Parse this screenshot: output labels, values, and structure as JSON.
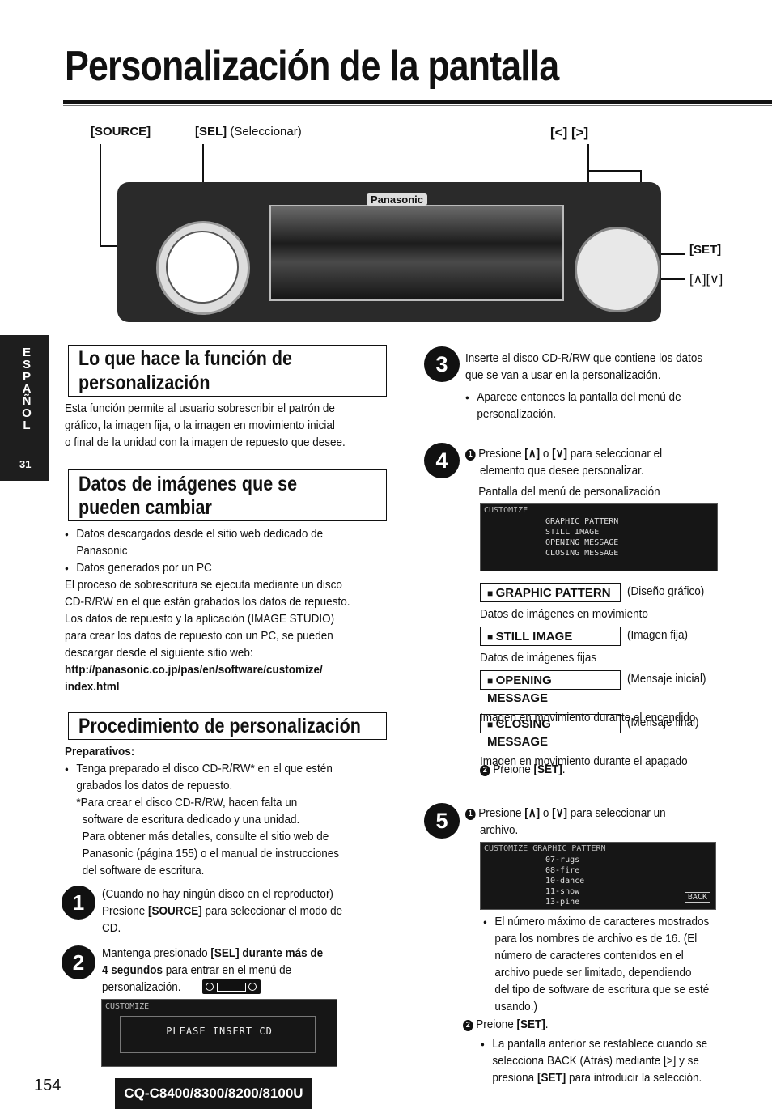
{
  "page": {
    "title": "Personalización de la pantalla",
    "page_number": "154",
    "model": "CQ-C8400/8300/8200/8100U",
    "side_tab": {
      "language": "ESPAÑOL",
      "letters": [
        "E",
        "S",
        "P",
        "A",
        "Ñ",
        "O",
        "L"
      ],
      "page": "31"
    }
  },
  "device": {
    "labels": {
      "source": "[SOURCE]",
      "sel": "[SEL]",
      "sel_desc": "(Seleccionar)",
      "left_right": "[<] [>]",
      "set": "[SET]",
      "up_down": "[∧][∨]"
    },
    "brand": "Panasonic"
  },
  "sec1": {
    "heading_l1": "Lo que hace la función de",
    "heading_l2": "personalización",
    "body": [
      "Esta función permite al usuario sobrescribir el patrón de",
      "gráfico, la imagen fija, o la imagen en movimiento inicial",
      "o final de la unidad con la imagen de repuesto que desee."
    ]
  },
  "sec2": {
    "heading_l1": "Datos de imágenes que se",
    "heading_l2": "pueden cambiar",
    "bullet1": [
      "Datos descargados desde el sitio web dedicado de",
      "Panasonic"
    ],
    "bullet2": "Datos generados por un PC",
    "body": [
      "El proceso de sobrescritura se ejecuta mediante un disco",
      "CD-R/RW en el que están grabados los datos de repuesto.",
      "Los datos de repuesto y la aplicación (IMAGE STUDIO)",
      "para crear los datos de repuesto con un PC, se pueden",
      "descargar desde el siguiente sitio web:"
    ],
    "url": [
      "http://panasonic.co.jp/pas/en/software/customize/",
      "index.html"
    ]
  },
  "sec3": {
    "heading": "Procedimiento de personalización",
    "prep_label": "Preparativos:",
    "prep_bullet": [
      "Tenga preparado el disco CD-R/RW* en el que estén",
      "grabados los datos de repuesto."
    ],
    "note": [
      "*Para crear el disco CD-R/RW, hacen falta un",
      "software de escritura dedicado y una unidad.",
      "Para obtener más detalles, consulte el sitio web de",
      "Panasonic (página 155) o el manual de instrucciones",
      "del software de escritura."
    ]
  },
  "steps": {
    "s1": {
      "n": "1",
      "l1": "(Cuando no hay ningún disco en el reproductor)",
      "l2a": "Presione ",
      "l2b": "[SOURCE]",
      "l2c": " para seleccionar el modo de",
      "l3": "CD."
    },
    "s2": {
      "n": "2",
      "l1a": "Mantenga presionado ",
      "l1b": "[SEL] durante más de",
      "l2b": "4 segundos",
      "l2c": " para entrar en el menú de",
      "l3": "personalización.",
      "lcd_header": "CUSTOMIZE",
      "lcd_msg": "PLEASE INSERT CD"
    },
    "s3": {
      "n": "3",
      "l1": "Inserte el disco CD-R/RW que contiene los datos",
      "l2": "que se van a usar en la personalización.",
      "bullet": [
        "Aparece entonces la pantalla del menú de",
        "personalización."
      ]
    },
    "s4": {
      "n": "4",
      "sub1_a": "Presione ",
      "sub1_b": "[∧]",
      "sub1_c": " o ",
      "sub1_d": "[∨]",
      "sub1_e": " para seleccionar el",
      "sub1_l2": "elemento que desee personalizar.",
      "caption": "Pantalla del menú de personalización",
      "lcd_header": "CUSTOMIZE",
      "lcd_rows": [
        "GRAPHIC PATTERN",
        "STILL IMAGE",
        "OPENING MESSAGE",
        "CLOSING MESSAGE"
      ],
      "items": [
        {
          "tag": "GRAPHIC PATTERN",
          "trans": "(Diseño gráfico)",
          "desc": "Datos de imágenes en movimiento"
        },
        {
          "tag": "STILL IMAGE",
          "trans": "(Imagen fija)",
          "desc": "Datos de imágenes fijas"
        },
        {
          "tag": "OPENING MESSAGE",
          "trans": "(Mensaje inicial)",
          "desc": "Imagen en movimiento durante el encendido"
        },
        {
          "tag": "CLOSING MESSAGE",
          "trans": "(Mensaje final)",
          "desc": "Imagen en movimiento durante el apagado"
        }
      ],
      "sub2_a": "Preione ",
      "sub2_b": "[SET]",
      "sub2_c": "."
    },
    "s5": {
      "n": "5",
      "sub1_a": "Presione ",
      "sub1_b": "[∧]",
      "sub1_c": " o ",
      "sub1_d": "[∨]",
      "sub1_e": " para seleccionar un",
      "sub1_l2": "archivo.",
      "lcd_header": "CUSTOMIZE GRAPHIC PATTERN",
      "lcd_rows": [
        "07-rugs",
        "08-fire",
        "10-dance",
        "11-show",
        "13-pine"
      ],
      "lcd_back": "BACK",
      "bullet": [
        "El número máximo de caracteres mostrados",
        "para los nombres de archivo es de 16. (El",
        "número de caracteres contenidos en el",
        "archivo puede ser limitado, dependiendo",
        "del tipo de software de escritura que se esté",
        "usando.)"
      ],
      "sub2_a": "Preione ",
      "sub2_b": "[SET]",
      "sub2_c": ".",
      "bullet2": [
        "La pantalla anterior se restablece cuando se",
        "selecciona BACK (Atrás) mediante [>] y se"
      ],
      "bullet2_l3a": "presiona ",
      "bullet2_l3b": "[SET]",
      "bullet2_l3c": " para introducir la selección."
    }
  }
}
